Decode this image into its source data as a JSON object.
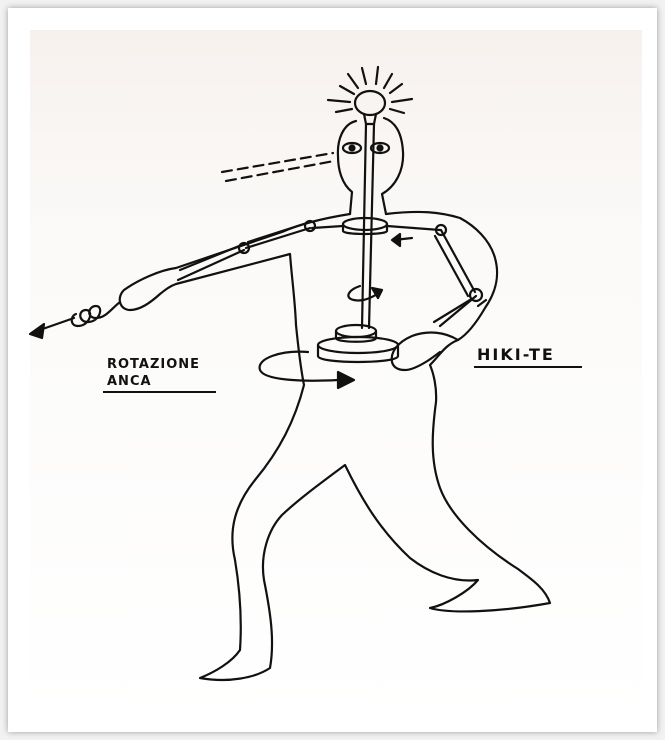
{
  "labels": {
    "hip_rotation_line1": "ROTAZIONE",
    "hip_rotation_line2": "ANCA",
    "hiki_te": "HIKI-TE"
  },
  "colors": {
    "ink": "#111111",
    "paper": "#ffffff",
    "frame_background": "#f2f2f2"
  }
}
